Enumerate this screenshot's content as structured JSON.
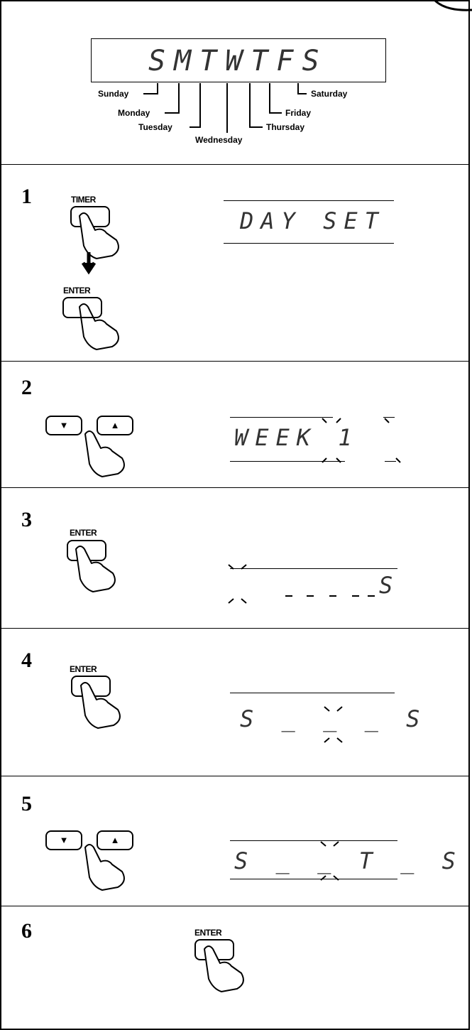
{
  "header": {
    "display": "SMTWTFS",
    "days": [
      "Sunday",
      "Monday",
      "Tuesday",
      "Wednesday",
      "Thursday",
      "Friday",
      "Saturday"
    ]
  },
  "buttons": {
    "timer": "TIMER",
    "enter": "ENTER",
    "down": "▼",
    "up": "▲"
  },
  "steps": [
    {
      "number": "1",
      "display": "DAY SET"
    },
    {
      "number": "2",
      "display": "WEEK 1"
    },
    {
      "number": "3",
      "display": "S"
    },
    {
      "number": "4",
      "display": "S _ _ _ S"
    },
    {
      "number": "5",
      "display": "S _ _ T _ S"
    },
    {
      "number": "6",
      "display": ""
    }
  ]
}
